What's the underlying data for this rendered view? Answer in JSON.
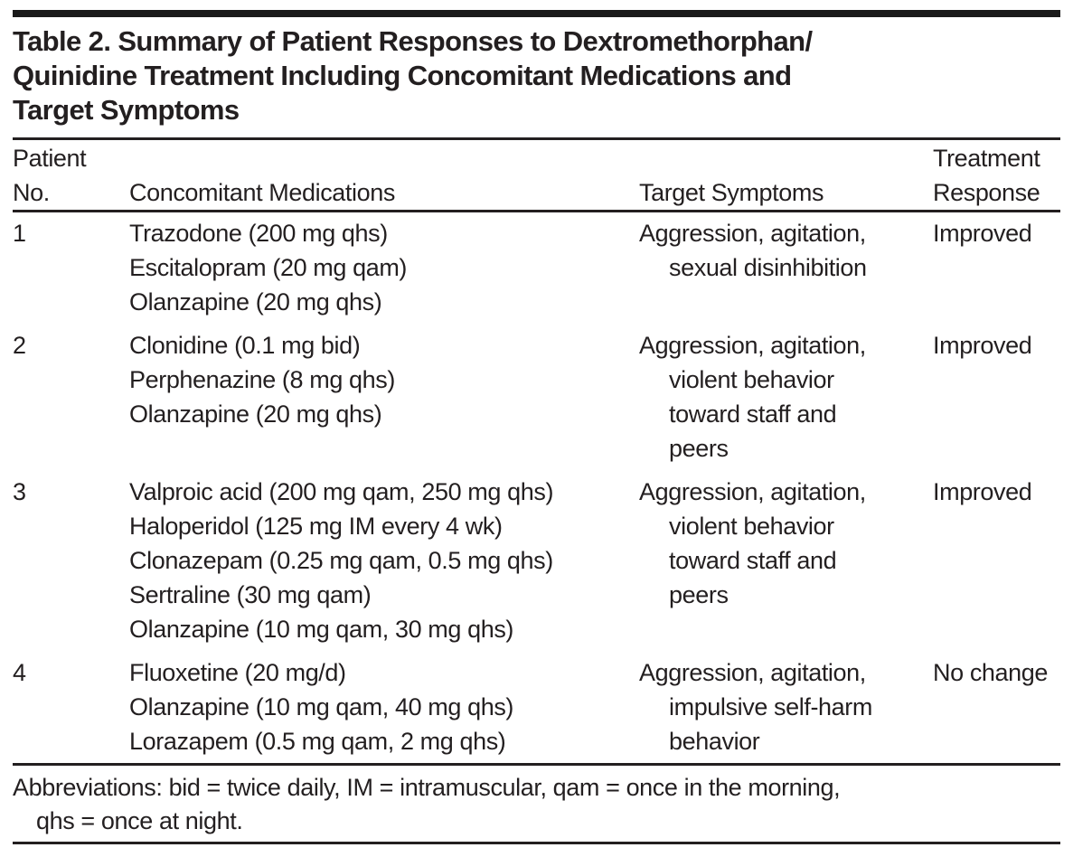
{
  "page": {
    "background": "#ffffff",
    "text_color": "#231f20",
    "rule_color": "#1a1a1a"
  },
  "table": {
    "title_lines": [
      "Table 2. Summary of Patient Responses to Dextromethorphan/",
      "Quinidine Treatment Including Concomitant Medications and",
      "Target Symptoms"
    ],
    "header": {
      "col1_line1": "Patient",
      "col1_line2": "No.",
      "col2": "Concomitant Medications",
      "col3": "Target Symptoms",
      "col4_line1": "Treatment",
      "col4_line2": "Response"
    },
    "rows": [
      {
        "patient_no": "1",
        "medications": [
          "Trazodone (200 mg qhs)",
          "Escitalopram (20 mg qam)",
          "Olanzapine (20 mg qhs)"
        ],
        "target_symptom_lines": [
          "Aggression, agitation,",
          "sexual disinhibition"
        ],
        "treatment_response": "Improved"
      },
      {
        "patient_no": "2",
        "medications": [
          "Clonidine (0.1 mg bid)",
          "Perphenazine (8 mg qhs)",
          "Olanzapine (20 mg qhs)"
        ],
        "target_symptom_lines": [
          "Aggression, agitation,",
          "violent behavior",
          "toward staff and",
          "peers"
        ],
        "treatment_response": "Improved"
      },
      {
        "patient_no": "3",
        "medications": [
          "Valproic acid (200 mg qam, 250 mg qhs)",
          "Haloperidol (125 mg IM every 4 wk)",
          "Clonazepam (0.25 mg qam, 0.5 mg qhs)",
          "Sertraline (30 mg qam)",
          "Olanzapine (10 mg qam, 30 mg qhs)"
        ],
        "target_symptom_lines": [
          "Aggression, agitation,",
          "violent behavior",
          "toward staff and",
          "peers"
        ],
        "treatment_response": "Improved"
      },
      {
        "patient_no": "4",
        "medications": [
          "Fluoxetine (20 mg/d)",
          "Olanzapine (10 mg qam, 40 mg qhs)",
          "Lorazapem (0.5 mg qam, 2 mg qhs)"
        ],
        "target_symptom_lines": [
          "Aggression, agitation,",
          "impulsive self-harm",
          "behavior"
        ],
        "treatment_response": "No change"
      }
    ],
    "footnote_lines": [
      "Abbreviations: bid = twice daily, IM = intramuscular, qam = once in the morning,",
      "qhs = once at night."
    ]
  }
}
